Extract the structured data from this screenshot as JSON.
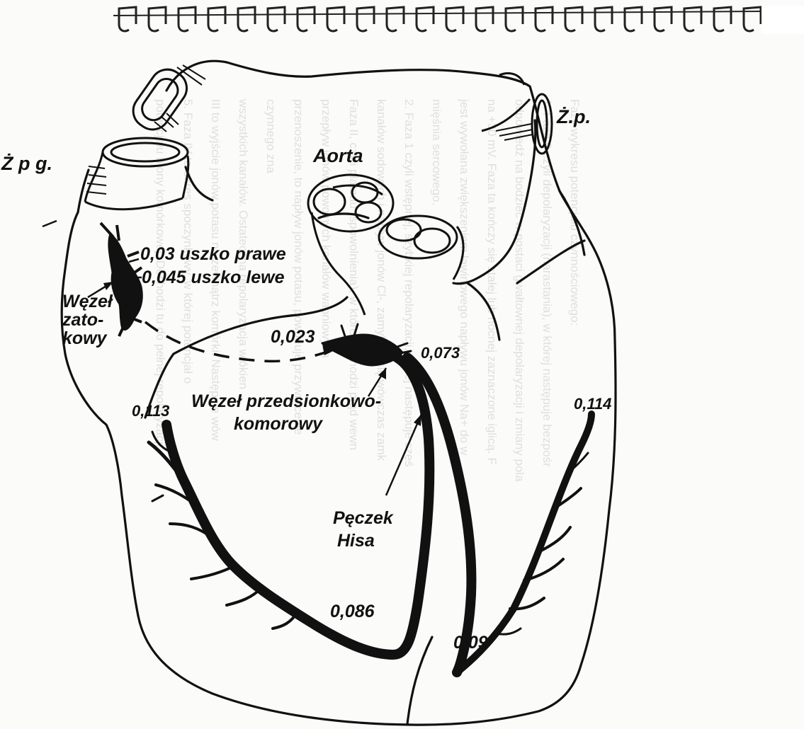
{
  "labels": {
    "zpg": "Ż p g.",
    "zp": "Ż.p.",
    "aorta": "Aorta",
    "sinus_node": [
      "Węzeł",
      "zato-",
      "kowy"
    ],
    "right_auricle": "0,03 uszko prawe",
    "left_auricle": "0,045 uszko lewe",
    "v0023": "0,023",
    "v0073": "0,073",
    "av_node": [
      "Węzeł przedsionkowo-",
      "komorowy"
    ],
    "v0113": "0,113",
    "v0114": "0,114",
    "his": [
      "Pęczek",
      "Hisa"
    ],
    "v0086": "0,086",
    "v009": "0,09"
  },
  "ghost_text": [
    "Fazy wykresu potencjału czynnościowego:",
    "1. Faza 0 czyli depolaryzacji (narastania), w której następuje bezpośr",
    "odpowiedź na bodziec w postaci gwałtownej depolaryzacji i zmiany pola",
    "na +30 mV. Faza ta kończy się stałej lub nocnej zaznaczone iglicą. F",
    "jest wywołana zwiększeniem lawinowego napływu jonów Na+ do w",
    "mięśnia sercowego.",
    "2. Faza 1 czyli wstępnej, szybkiej repolaryzacji, której następuje częś",
    "kanałów sodowych i napływ jonów Cl-, zamykają się wówczas zamk",
    "Faza II, czyli plateau (spowolnienia), w której zachodzi prąd wewn",
    "przepływ jonów powolnych kanałów wapniowych",
    "przenoszenie, to napływ jonów potasu, powoduje przywrócenie",
    "czynnego zna",
    "wszystkich kanałów. Ostateczna repolaryzacja włókien",
    "III to wyjście jonów potasu na zewnątrz komórki. Następuje wów",
    "5. Faza IV to okres spoczynkowy, w której potencjał o",
    "potencjału błony komórkowej. Dochodzi tu do pełnej repolaryzacji"
  ]
}
